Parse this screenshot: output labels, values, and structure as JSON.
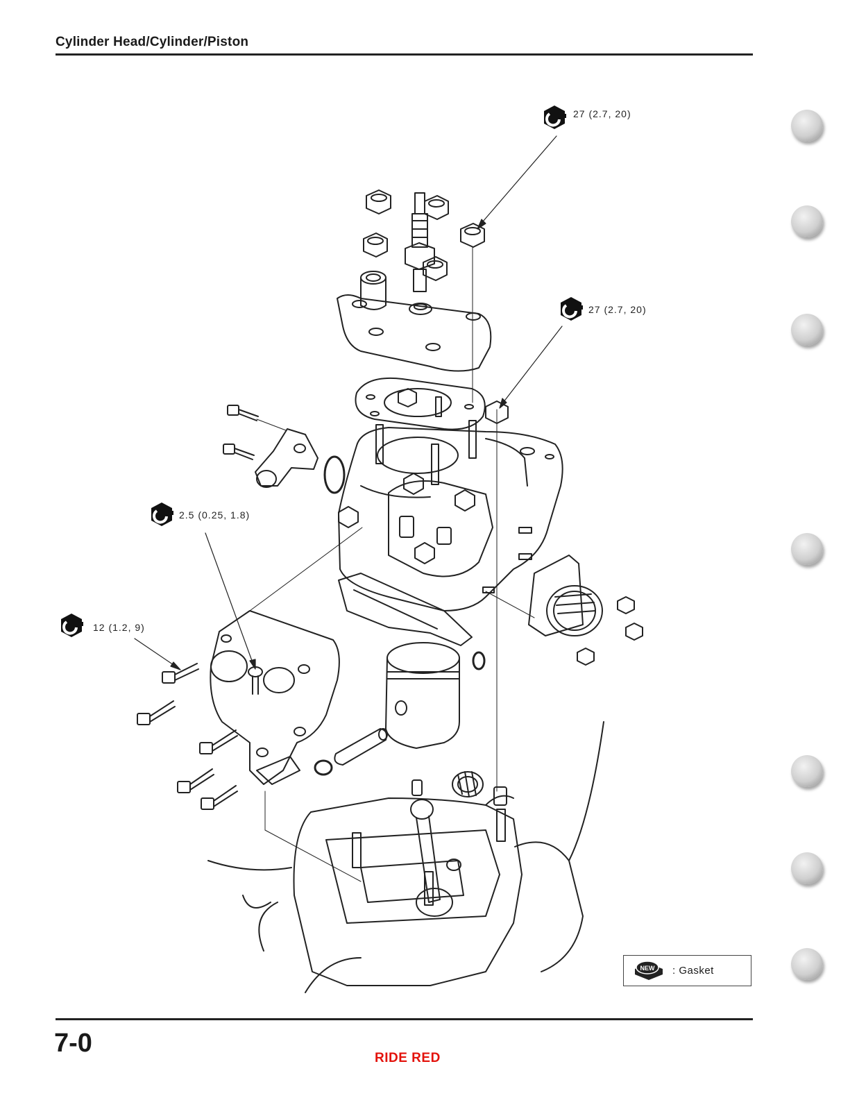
{
  "header": {
    "title": "Cylinder Head/Cylinder/Piston"
  },
  "torque_callouts": [
    {
      "value": "27 (2.7, 20)"
    },
    {
      "value": "27 (2.7, 20)"
    },
    {
      "value": "2.5 (0.25, 1.8)"
    },
    {
      "value": "12 (1.2, 9)"
    }
  ],
  "legend": {
    "text": ": Gasket",
    "icon": "new-part-icon",
    "icon_text": "NEW"
  },
  "footer": {
    "page_number": "7-0",
    "brand": "RIDE RED"
  },
  "colors": {
    "brand": "#e3120b",
    "ink": "#1a1a1a"
  }
}
